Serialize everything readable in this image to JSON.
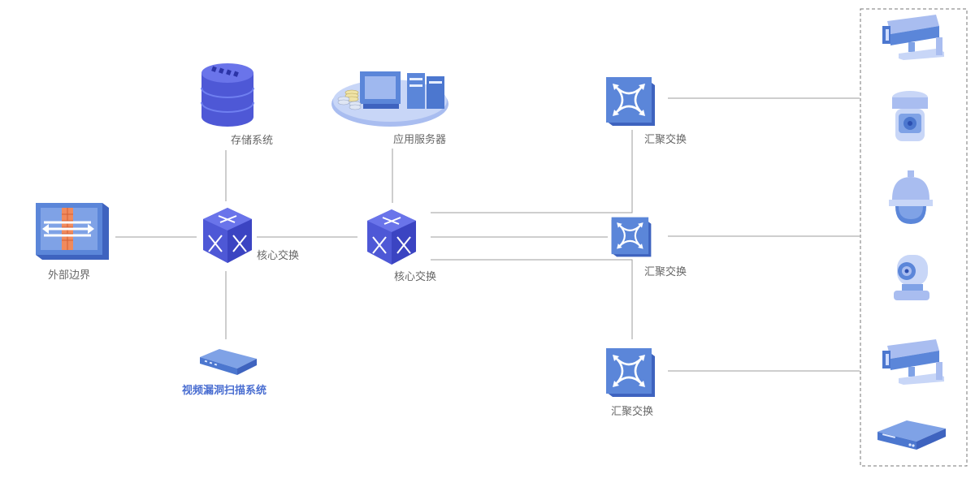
{
  "labels": {
    "storage": "存储系统",
    "app_server": "应用服务器",
    "edge": "外部边界",
    "core1": "核心交换",
    "core2": "核心交换",
    "scanner": "视频漏洞扫描系统",
    "agg1": "汇聚交换",
    "agg2": "汇聚交换",
    "agg3": "汇聚交换"
  },
  "icons": {
    "storage": "database-icon",
    "app_server": "server-icon",
    "edge": "firewall-icon",
    "core": "core-switch-icon",
    "scanner": "scanner-appliance-icon",
    "agg": "aggregation-switch-icon",
    "camera_bullet": "bullet-camera-icon",
    "camera_ptz": "ptz-camera-icon",
    "camera_dome": "dome-camera-icon",
    "camera_home": "home-camera-icon",
    "nvr": "nvr-icon"
  },
  "colors": {
    "accent": "#4a6ed1",
    "line": "#9e9e9e",
    "label": "#666666",
    "device_blue": "#5b86d9",
    "device_purple": "#4e58d6",
    "camera_light": "#a9bdf0"
  }
}
